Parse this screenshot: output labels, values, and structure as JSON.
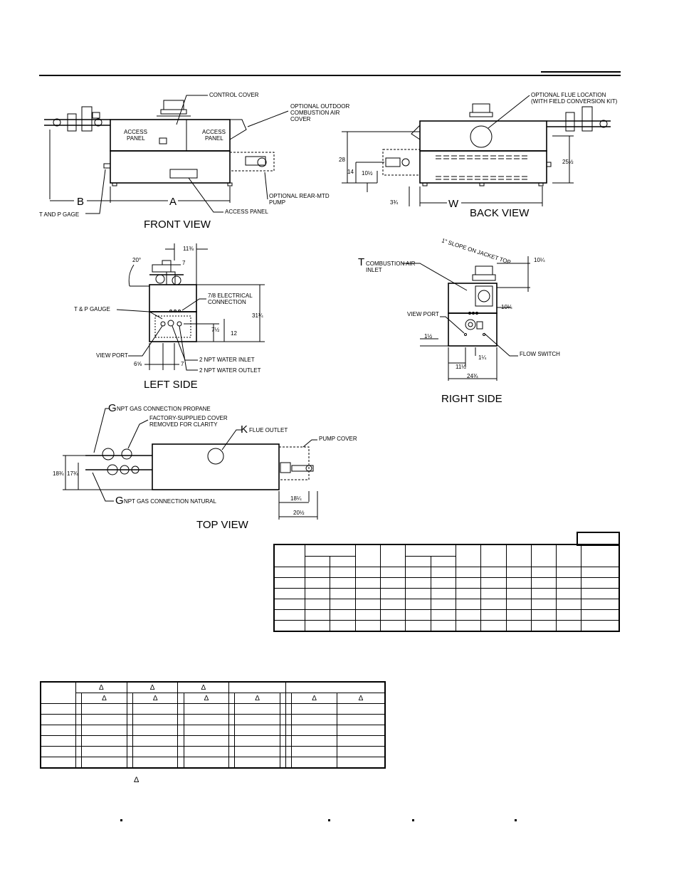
{
  "front_view": {
    "title": "FRONT VIEW",
    "labels": {
      "control_cover": "CONTROL COVER",
      "outdoor_cover": [
        "OPTIONAL OUTDOOR",
        "COMBUSTION AIR",
        "COVER"
      ],
      "access_panel_left": [
        "ACCESS",
        "PANEL"
      ],
      "access_panel_right": [
        "ACCESS",
        "PANEL"
      ],
      "rear_pump": [
        "OPTIONAL REAR-MTD",
        "PUMP"
      ],
      "tp_gage": "T AND P GAGE",
      "access_panel_bottom": "ACCESS PANEL"
    },
    "dims": {
      "b": "B",
      "a": "A"
    }
  },
  "back_view": {
    "title": "BACK VIEW",
    "labels": {
      "flue_location": [
        "OPTIONAL FLUE LOCATION",
        "(WITH FIELD CONVERSION KIT)"
      ]
    },
    "dims": {
      "d28": "28",
      "d14": "14",
      "d10": "10½",
      "d3": "3¾",
      "w": "W",
      "d25": "25½"
    }
  },
  "left_side": {
    "title": "LEFT SIDE",
    "labels": {
      "tp_gauge": "T & P GAUGE",
      "electrical": [
        "7/8 ELECTRICAL",
        "CONNECTION"
      ],
      "view_port": "VIEW PORT",
      "water_inlet": "2 NPT WATER INLET",
      "water_outlet": "2 NPT WATER OUTLET"
    },
    "dims": {
      "angle": "20°",
      "d11": "11⅜",
      "d7a": "7",
      "d31": "31¼",
      "d7b": "7½",
      "d12": "12",
      "d6": "6⅝",
      "d7c": "7"
    }
  },
  "right_side": {
    "title": "RIGHT SIDE",
    "labels": {
      "slope": "1\" SLOPE ON JACKET TOP",
      "combustion_t": "T",
      "combustion": [
        "COMBUSTION AIR",
        "INLET"
      ],
      "view_port": "VIEW PORT",
      "flow_switch": "FLOW SWITCH"
    },
    "dims": {
      "d10a": "10¼",
      "d10b": "10¼",
      "d1a": "1½",
      "d1b": "1¼",
      "d11": "11½",
      "d24": "24¾"
    }
  },
  "top_view": {
    "title": "TOP VIEW",
    "labels": {
      "g_propane_letter": "G",
      "g_propane": "NPT GAS CONNECTION PROPANE",
      "factory_cover": [
        "FACTORY-SUPPLIED COVER",
        "REMOVED FOR CLARITY"
      ],
      "k_letter": "K",
      "flue_outlet": "FLUE OUTLET",
      "pump_cover": "PUMP COVER",
      "g_natural_letter": "G",
      "g_natural": "NPT GAS CONNECTION NATURAL"
    },
    "dims": {
      "d18a": "18¾",
      "d17": "17¾",
      "d18b": "18¼",
      "d20": "20½"
    }
  },
  "table_symbol": "Δ"
}
